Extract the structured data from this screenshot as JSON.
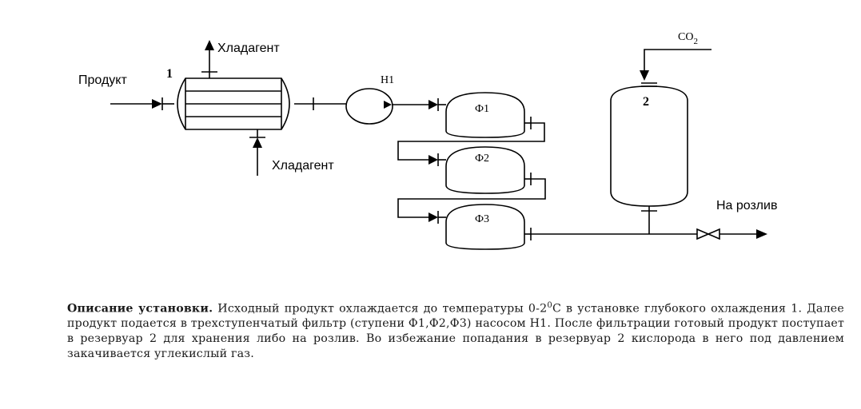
{
  "labels": {
    "product_in": "Продукт",
    "coolant_out": "Хладагент",
    "coolant_in": "Хладагент",
    "num_cooler": "1",
    "pump": "Н1",
    "filter1": "Ф1",
    "filter2": "Ф2",
    "filter3": "Ф3",
    "num_tank": "2",
    "co2_main": "CO",
    "co2_sub": "2",
    "to_bottling": "На розлив"
  },
  "description": {
    "heading": "Описание установки.",
    "text1": " Исходный продукт охлаждается до температуры 0-2",
    "sup": "0",
    "text2": "С в установке глубокого охлаждения 1. Далее продукт подается в трехступенчатый фильтр (ступени Ф1,Ф2,Ф3) насосом Н1. После фильтрации готовый продукт поступает в резервуар 2 для хранения либо на розлив. Во избежание попадания в резервуар 2 кислорода в него под давлением закачивается углекислый газ."
  }
}
